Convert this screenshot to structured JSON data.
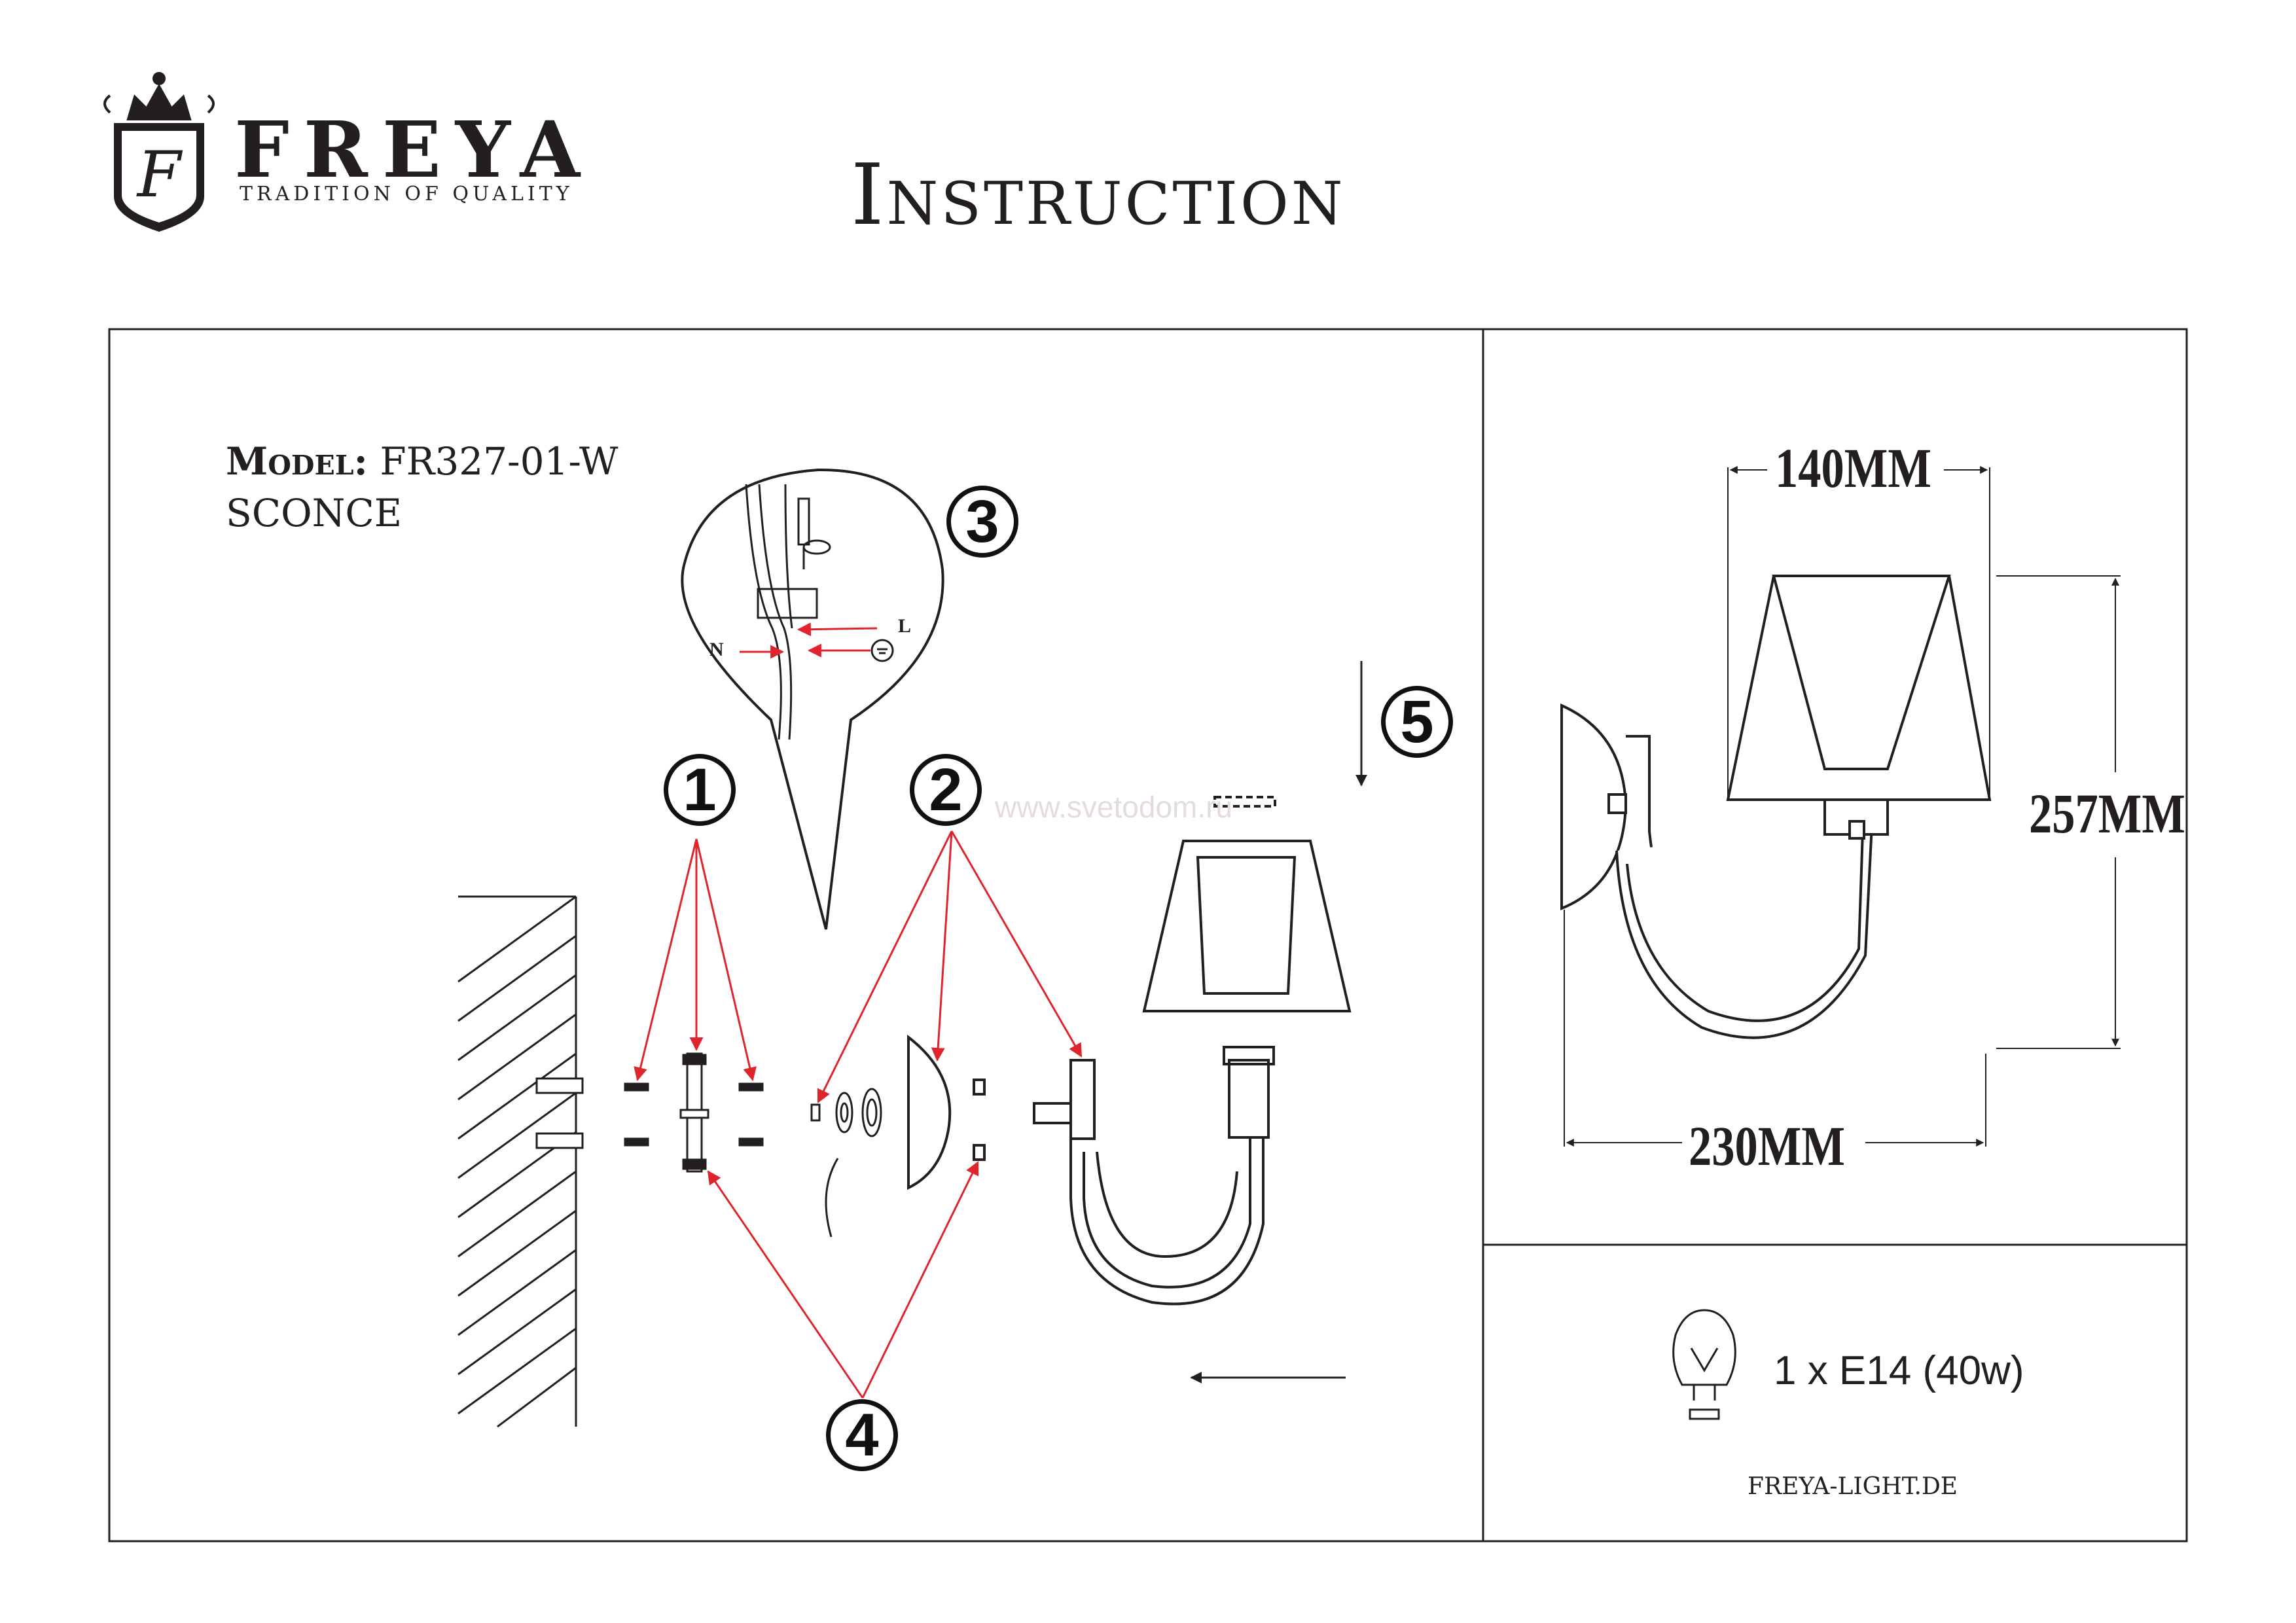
{
  "header": {
    "brand": "FREYA",
    "tagline": "TRADITION OF QUALITY",
    "title": "Instruction"
  },
  "product": {
    "model_label": "Model:",
    "model_code": "FR327-01-W",
    "type": "SCONCE"
  },
  "wiring": {
    "neutral_label": "N",
    "live_label": "L",
    "earth": "ground-symbol"
  },
  "steps": [
    "1",
    "2",
    "3",
    "4",
    "5"
  ],
  "dimensions": {
    "width": "140MM",
    "height": "257MM",
    "depth": "230MM"
  },
  "bulb": {
    "spec": "1 x E14 (40w)",
    "icon": "bulb-icon"
  },
  "website": "FREYA-LIGHT.DE",
  "watermark": "www.svetodom.ru",
  "colors": {
    "ink": "#231f20",
    "arrow": "#e0242b"
  }
}
